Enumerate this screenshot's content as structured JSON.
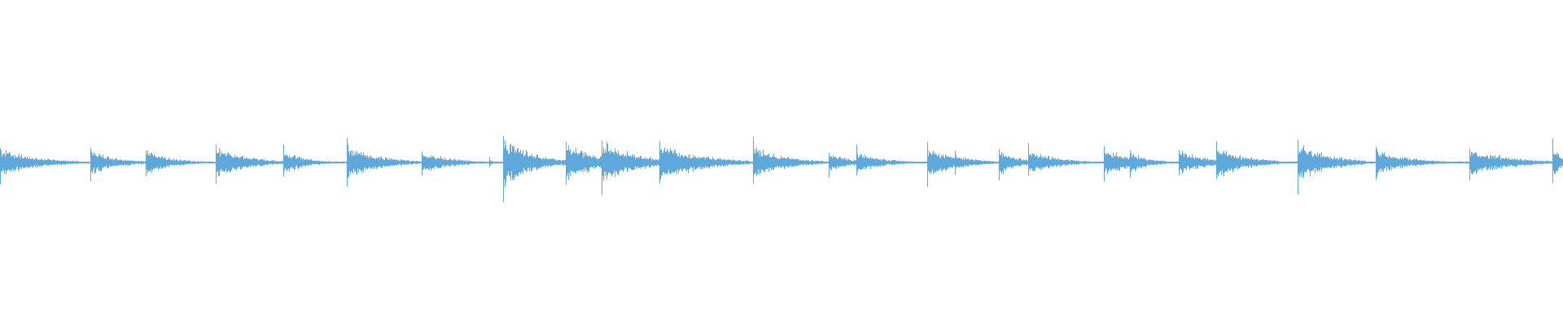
{
  "waveform": {
    "color": "#5ea8dc",
    "background": "#ffffff",
    "hits": [
      {
        "t": 0.0,
        "a": 0.9,
        "len": 0.05
      },
      {
        "t": 0.058,
        "a": 0.8,
        "len": 0.037
      },
      {
        "t": 0.093,
        "a": 0.75,
        "len": 0.037
      },
      {
        "t": 0.138,
        "a": 1.0,
        "len": 0.043
      },
      {
        "t": 0.181,
        "a": 0.8,
        "len": 0.03
      },
      {
        "t": 0.222,
        "a": 1.05,
        "len": 0.047
      },
      {
        "t": 0.27,
        "a": 0.7,
        "len": 0.04
      },
      {
        "t": 0.313,
        "a": 0.25,
        "len": 0.005
      },
      {
        "t": 0.322,
        "a": 1.6,
        "len": 0.04
      },
      {
        "t": 0.362,
        "a": 1.25,
        "len": 0.04
      },
      {
        "t": 0.385,
        "a": 1.35,
        "len": 0.048
      },
      {
        "t": 0.422,
        "a": 1.2,
        "len": 0.058
      },
      {
        "t": 0.443,
        "a": 0.5,
        "len": 0.02
      },
      {
        "t": 0.482,
        "a": 1.05,
        "len": 0.045
      },
      {
        "t": 0.53,
        "a": 0.6,
        "len": 0.03
      },
      {
        "t": 0.548,
        "a": 0.75,
        "len": 0.035
      },
      {
        "t": 0.593,
        "a": 1.0,
        "len": 0.042
      },
      {
        "t": 0.611,
        "a": 0.5,
        "len": 0.03
      },
      {
        "t": 0.639,
        "a": 0.75,
        "len": 0.03
      },
      {
        "t": 0.658,
        "a": 0.8,
        "len": 0.04
      },
      {
        "t": 0.706,
        "a": 0.9,
        "len": 0.04
      },
      {
        "t": 0.723,
        "a": 0.7,
        "len": 0.025
      },
      {
        "t": 0.754,
        "a": 0.75,
        "len": 0.04
      },
      {
        "t": 0.778,
        "a": 1.1,
        "len": 0.04
      },
      {
        "t": 0.83,
        "a": 1.3,
        "len": 0.044
      },
      {
        "t": 0.88,
        "a": 0.8,
        "len": 0.045
      },
      {
        "t": 0.94,
        "a": 0.9,
        "len": 0.053
      },
      {
        "t": 0.993,
        "a": 1.2,
        "len": 0.01
      }
    ]
  }
}
